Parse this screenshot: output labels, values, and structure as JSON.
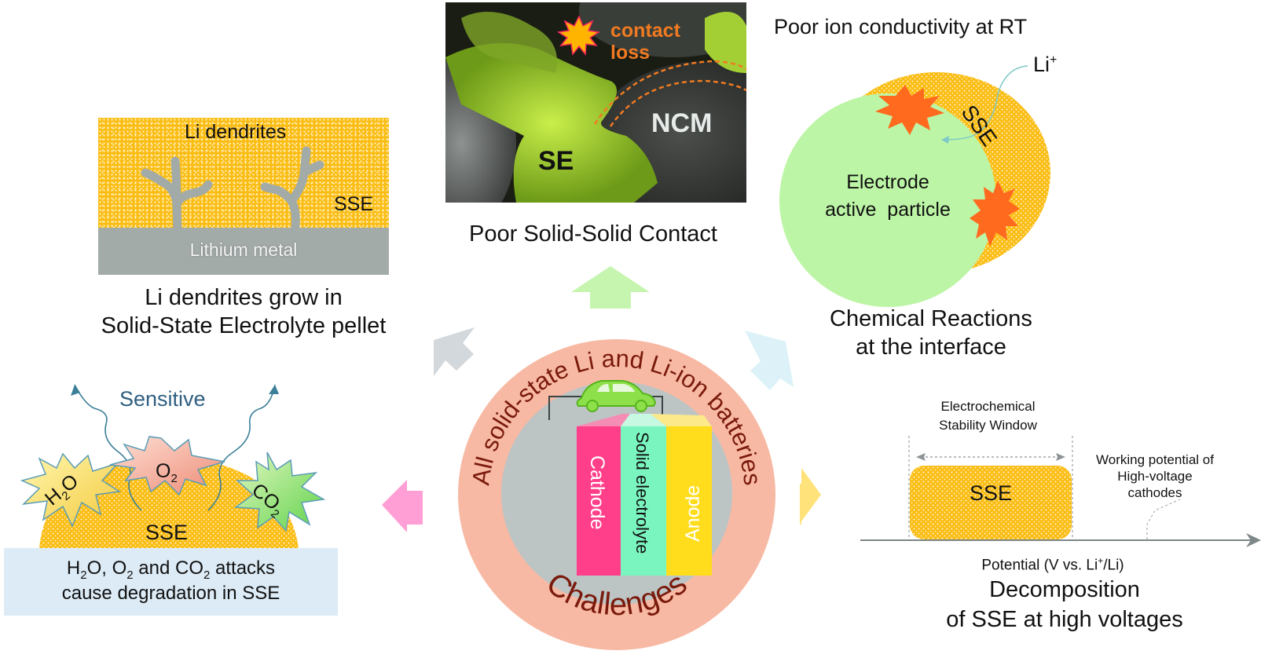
{
  "center": {
    "ring_title": "All solid-state Li and Li-ion batteries",
    "ring_footer": "Challenges",
    "cell_layers": [
      "Cathode",
      "Solid electrolyte",
      "Anode"
    ],
    "device_icon": "car-icon",
    "colors": {
      "ring": "#f7b9a3",
      "inner": "#bcc4c4",
      "cathode": "#ff3f8a",
      "electrolyte": "#7bf5c0",
      "anode": "#ffdd1c",
      "ring_text": "#7a1a0c"
    }
  },
  "panels": {
    "dendrites": {
      "label_dendrites": "Li dendrites",
      "label_sse": "SSE",
      "label_metal": "Lithium metal",
      "caption_line1": "Li dendrites grow in",
      "caption_line2": "Solid-State Electrolyte pellet"
    },
    "contact": {
      "label_loss_1": "contact",
      "label_loss_2": "loss",
      "label_se": "SE",
      "label_ncm": "NCM",
      "caption": "Poor Solid-Solid Contact"
    },
    "interface": {
      "title": "Poor ion conductivity at RT",
      "ion_label": "Li",
      "ion_charge": "+",
      "label_sse": "SSE",
      "particle_line1": "Electrode",
      "particle_line2": "active  particle",
      "caption_line1": "Chemical Reactions",
      "caption_line2": "at the interface"
    },
    "sensitivity": {
      "title": "Sensitive",
      "gases": [
        {
          "name": "H",
          "sub": "2",
          "tail": "O"
        },
        {
          "name": "O",
          "sub": "2",
          "tail": ""
        },
        {
          "name": "CO",
          "sub": "2",
          "tail": ""
        }
      ],
      "label_sse": "SSE",
      "caption_line1_parts": [
        "H",
        "2",
        "O, O",
        "2",
        " and CO",
        "2",
        " attacks"
      ],
      "caption_line2": "cause degradation in SSE"
    },
    "stability": {
      "window_line1": "Electrochemical",
      "window_line2": "Stability Window",
      "label_sse": "SSE",
      "working_line1": "Working potential of",
      "working_line2": "High-voltage",
      "working_line3": "cathodes",
      "axis_label_pre": "Potential (V vs. Li",
      "axis_label_sup": "+",
      "axis_label_post": "/Li)",
      "caption_line1": "Decomposition",
      "caption_line2": "of SSE at high voltages"
    }
  },
  "arrows": [
    {
      "direction": "up",
      "color": "#c6f5b0"
    },
    {
      "direction": "up-left",
      "color": "#d3d8dc"
    },
    {
      "direction": "up-right",
      "color": "#dcf2f8"
    },
    {
      "direction": "left",
      "color": "#ff9fd6"
    },
    {
      "direction": "right",
      "color": "#ffe27a"
    }
  ]
}
